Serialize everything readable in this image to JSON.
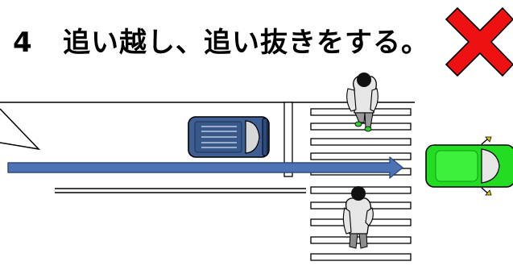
{
  "slide": {
    "number": "4",
    "title": "追い越し、追い抜きをする。"
  },
  "colors": {
    "background": "#ffffff",
    "arrow": "#4f72b4",
    "arrow_outline": "#2c4a80",
    "blue_car": "#3e5f94",
    "green_car": "#22dd22",
    "cross_mark": "#ee1111",
    "road_line": "#000000",
    "pedestrian_shirt": "#e6e6e6",
    "pedestrian_shoe": "#33cc33"
  },
  "icons": {
    "prohibition": "red-cross-mark",
    "vehicle_ahead": "blue-car-top-view",
    "vehicle_overtaking_target": "green-car-top-view",
    "pedestrian": "person-top-view"
  }
}
